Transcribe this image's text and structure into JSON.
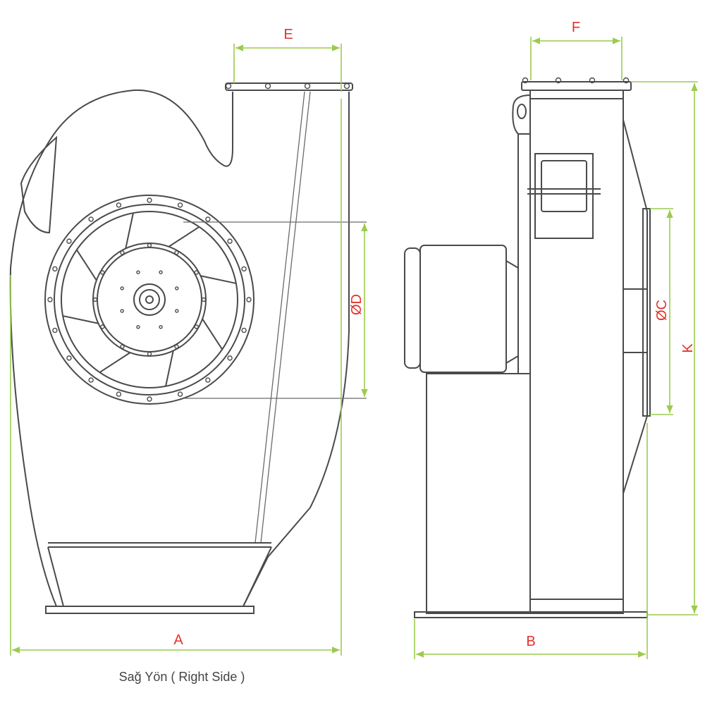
{
  "title": "Sağ Yön ( Right Side )",
  "dimensions": {
    "A": "A",
    "B": "B",
    "E": "E",
    "F": "F",
    "D": "ØD",
    "C": "ØC",
    "K": "K"
  },
  "colors": {
    "label": "#e2332b",
    "dimension_line": "#9ccb4e",
    "outline": "#4a4a4a"
  }
}
